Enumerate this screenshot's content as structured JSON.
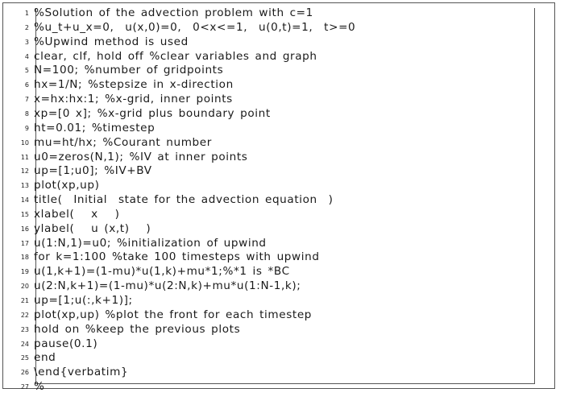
{
  "listing": {
    "lines": [
      {
        "num": "1",
        "text": "%Solution of the advection problem with c=1"
      },
      {
        "num": "2",
        "text": "%u_t+u_x=0,  u(x,0)=0,  0<x<=1,  u(0,t)=1,  t>=0"
      },
      {
        "num": "3",
        "text": "%Upwind method is used"
      },
      {
        "num": "4",
        "text": "clear, clf, hold off %clear variables and graph"
      },
      {
        "num": "5",
        "text": "N=100; %number of gridpoints"
      },
      {
        "num": "6",
        "text": "hx=1/N; %stepsize in x-direction"
      },
      {
        "num": "7",
        "text": "x=hx:hx:1; %x-grid, inner points"
      },
      {
        "num": "8",
        "text": "xp=[0 x]; %x-grid plus boundary point"
      },
      {
        "num": "9",
        "text": "ht=0.01; %timestep"
      },
      {
        "num": "10",
        "text": "mu=ht/hx; %Courant number"
      },
      {
        "num": "11",
        "text": "u0=zeros(N,1); %IV at inner points"
      },
      {
        "num": "12",
        "text": "up=[1;u0]; %IV+BV"
      },
      {
        "num": "13",
        "text": "plot(xp,up)"
      },
      {
        "num": "14",
        "text": "title(  Initial  state for the advection equation  )"
      },
      {
        "num": "15",
        "text": "xlabel(   x   )"
      },
      {
        "num": "16",
        "text": "ylabel(   u (x,t)   )"
      },
      {
        "num": "17",
        "text": "u(1:N,1)=u0; %initialization of upwind"
      },
      {
        "num": "18",
        "text": "for k=1:100 %take 100 timesteps with upwind"
      },
      {
        "num": "19",
        "text": "u(1,k+1)=(1-mu)*u(1,k)+mu*1;%*1 is *BC"
      },
      {
        "num": "20",
        "text": "u(2:N,k+1)=(1-mu)*u(2:N,k)+mu*u(1:N-1,k);"
      },
      {
        "num": "21",
        "text": "up=[1;u(:,k+1)];"
      },
      {
        "num": "22",
        "text": "plot(xp,up) %plot the front for each timestep"
      },
      {
        "num": "23",
        "text": "hold on %keep the previous plots"
      },
      {
        "num": "24",
        "text": "pause(0.1)"
      },
      {
        "num": "25",
        "text": "end"
      },
      {
        "num": "26",
        "text": "\\end{verbatim}"
      },
      {
        "num": "27",
        "text": "%"
      }
    ]
  }
}
